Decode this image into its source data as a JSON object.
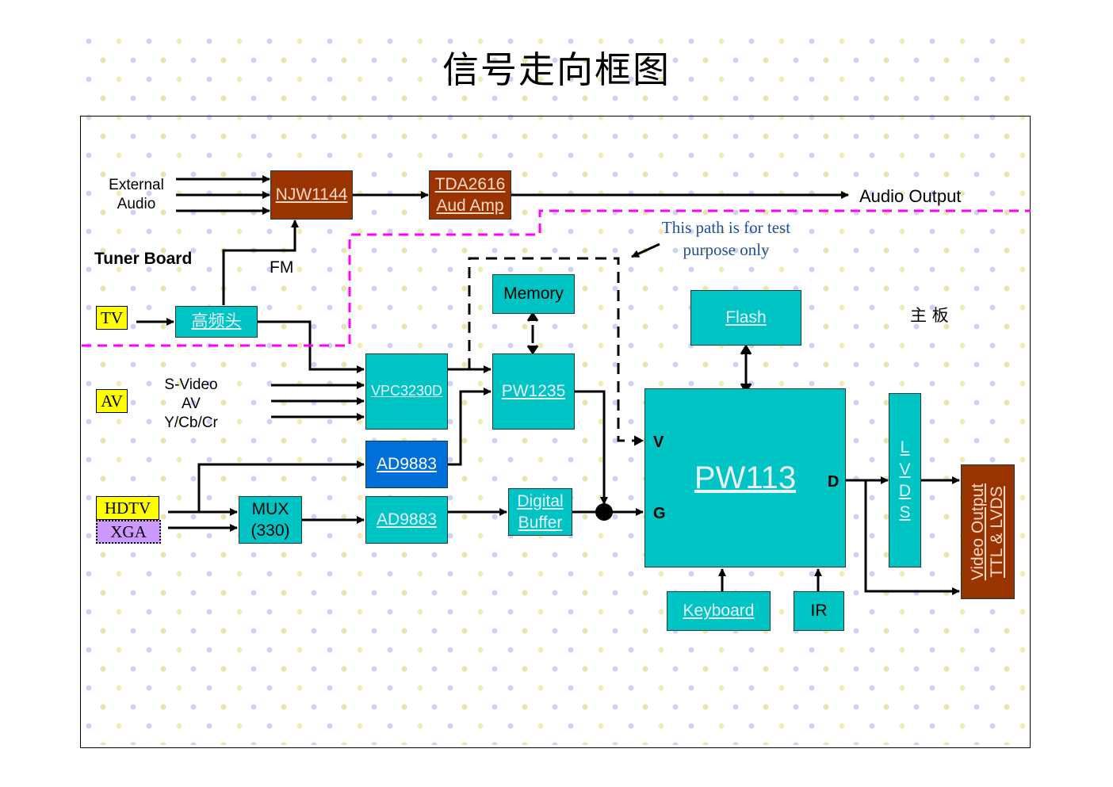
{
  "title": "信号走向框图",
  "labels": {
    "external_audio_1": "External",
    "external_audio_2": "Audio",
    "audio_output": "Audio Output",
    "tuner_board": "Tuner Board",
    "fm": "FM",
    "svideo": "S-Video",
    "av": "AV",
    "ycbcr": "Y/Cb/Cr",
    "main_board": "主 板",
    "test_path_note_1": "This path is for test",
    "test_path_note_2": "purpose only",
    "port_v": "V",
    "port_g": "G",
    "port_d": "D"
  },
  "inputs": {
    "tv": "TV",
    "av": "AV",
    "hdtv": "HDTV",
    "xga": "XGA"
  },
  "blocks": {
    "njw1144": "NJW1144",
    "tda2616_1": "TDA2616",
    "tda2616_2": "Aud Amp",
    "tuner": "高频头",
    "memory": "Memory",
    "flash": "Flash",
    "vpc3230d": "VPC3230D",
    "pw1235": "PW1235",
    "ad9883_top": "AD9883",
    "ad9883_bottom": "AD9883",
    "mux_1": "MUX",
    "mux_2": "(330)",
    "digital_buffer_1": "Digital",
    "digital_buffer_2": "Buffer",
    "pw113": "PW113",
    "lvds": [
      "L",
      "V",
      "D",
      "S"
    ],
    "video_output_1": "Video Output",
    "video_output_2": "TTL & LVDS",
    "keyboard": "Keyboard",
    "ir": "IR"
  },
  "colors": {
    "teal_block": "#00c4c4",
    "brown_block": "#993300",
    "blue_block": "#0070d8",
    "input_yellow": "#ffff00",
    "xga_purple": "#cc99ff",
    "boundary_dash": "#ff00ff"
  }
}
